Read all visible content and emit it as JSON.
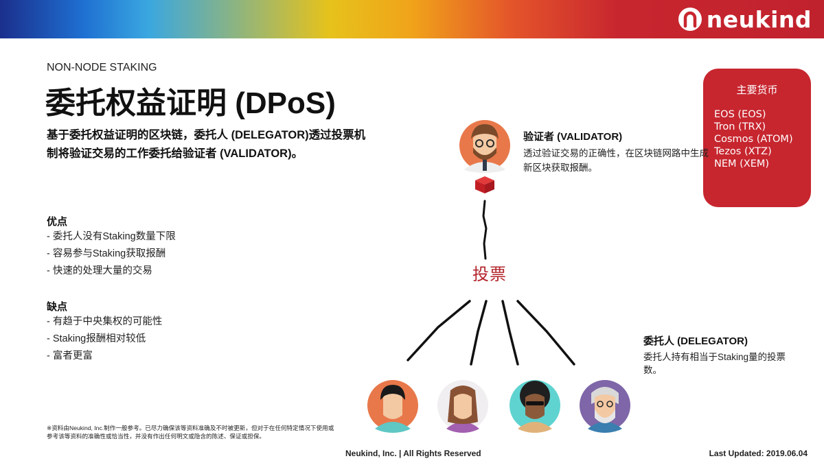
{
  "header": {
    "logo_text": "neukind",
    "band_colors": [
      "#1b2f8c",
      "#3aa7e0",
      "#e6c21b",
      "#e4552a",
      "#c0222d"
    ]
  },
  "slide": {
    "kicker": "NON-NODE STAKING",
    "title": "委托权益证明 (DPoS)",
    "intro": "基于委托权益证明的区块链，委托人 (DELEGATOR)透过投票机制将验证交易的工作委托给验证者 (VALIDATOR)。"
  },
  "pros": {
    "heading": "优点",
    "items": [
      "- 委托人没有Staking数量下限",
      "- 容易参与Staking获取报酬",
      "- 快速的处理大量的交易"
    ]
  },
  "cons": {
    "heading": "缺点",
    "items": [
      "- 有趋于中央集权的可能性",
      "- Staking报酬相对较低",
      "- 富者更富"
    ]
  },
  "diagram": {
    "validator_title": "验证者 (VALIDATOR)",
    "validator_desc": "透过验证交易的正确性，在区块链网路中生成新区块获取报酬。",
    "vote_label": "投票",
    "delegator_title": "委托人 (DELEGATOR)",
    "delegator_desc": "委托人持有相当于Staking量的投票数。",
    "accent_color": "#b3232a"
  },
  "currencies": {
    "title": "主要货币",
    "items": [
      "EOS (EOS)",
      "Tron (TRX)",
      "Cosmos (ATOM)",
      "Tezos (XTZ)",
      "NEM (XEM)"
    ],
    "card_color": "#c7262f"
  },
  "footer": {
    "disclaimer": "※资料由Neukind, Inc.制作一般参考。已尽力确保该等资料准确及不时被更新，但对于在任何特定情况下使用或参考该等资料的准确性或恰当性，并没有作出任何明文或隐含的陈述、保证或担保。",
    "company": "Neukind, Inc. | All Rights Reserved",
    "updated": "Last Updated: 2019.06.04"
  }
}
